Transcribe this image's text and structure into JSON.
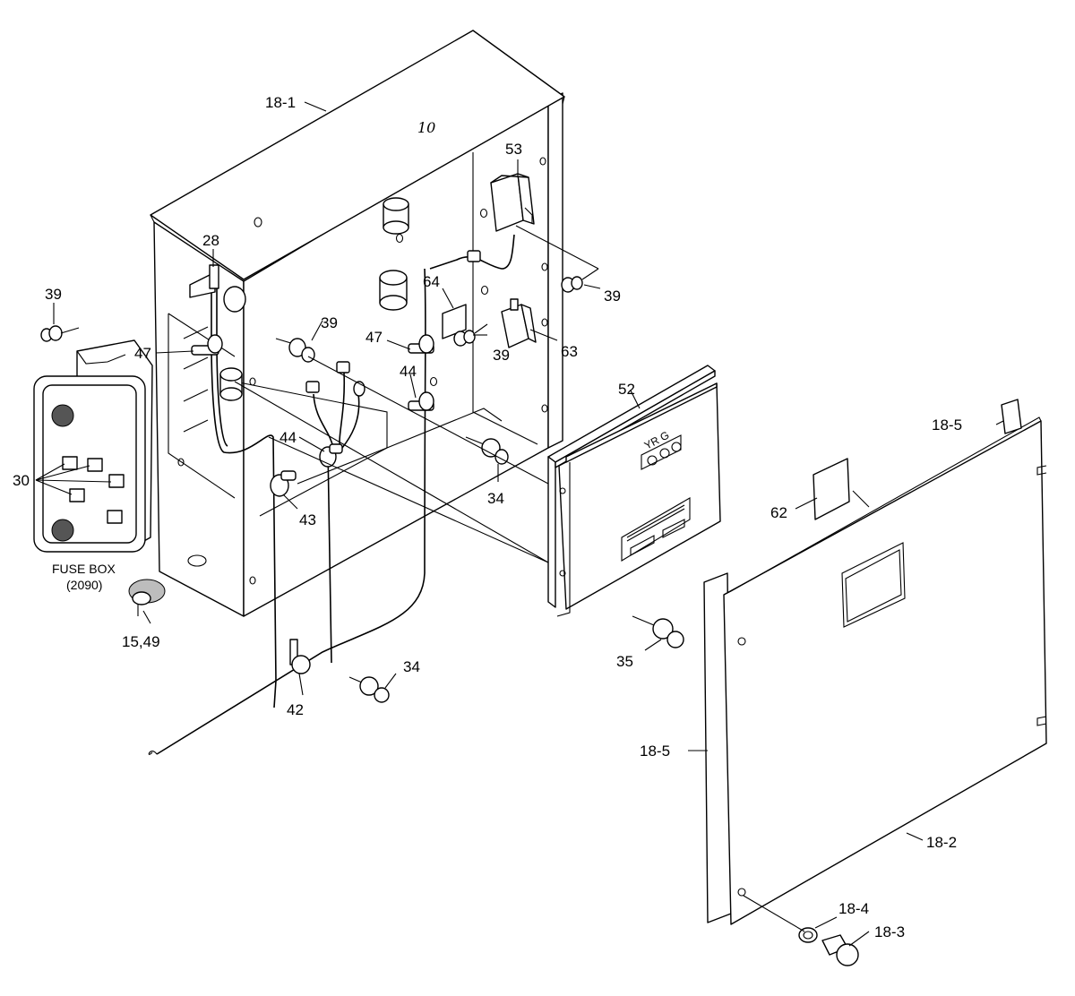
{
  "labels": {
    "p18_1": "18-1",
    "p10": "10",
    "p53": "53",
    "p28": "28",
    "p39_a": "39",
    "p39_b": "39",
    "p39_c": "39",
    "p39_d": "39",
    "p64": "64",
    "p47_a": "47",
    "p47_b": "47",
    "p44_a": "44",
    "p44_b": "44",
    "p63": "63",
    "p52": "52",
    "p18_5_a": "18-5",
    "p18_5_b": "18-5",
    "p30": "30",
    "p43": "43",
    "p34_a": "34",
    "p34_b": "34",
    "p62": "62",
    "fuse_box": "FUSE BOX",
    "fuse_box_code": "(2090)",
    "p15_49": "15,49",
    "p35": "35",
    "p42": "42",
    "p18_2": "18-2",
    "p18_4": "18-4",
    "p18_3": "18-3",
    "indicator_letters": "YR G"
  },
  "colors": {
    "line": "#000000",
    "background": "#ffffff"
  }
}
